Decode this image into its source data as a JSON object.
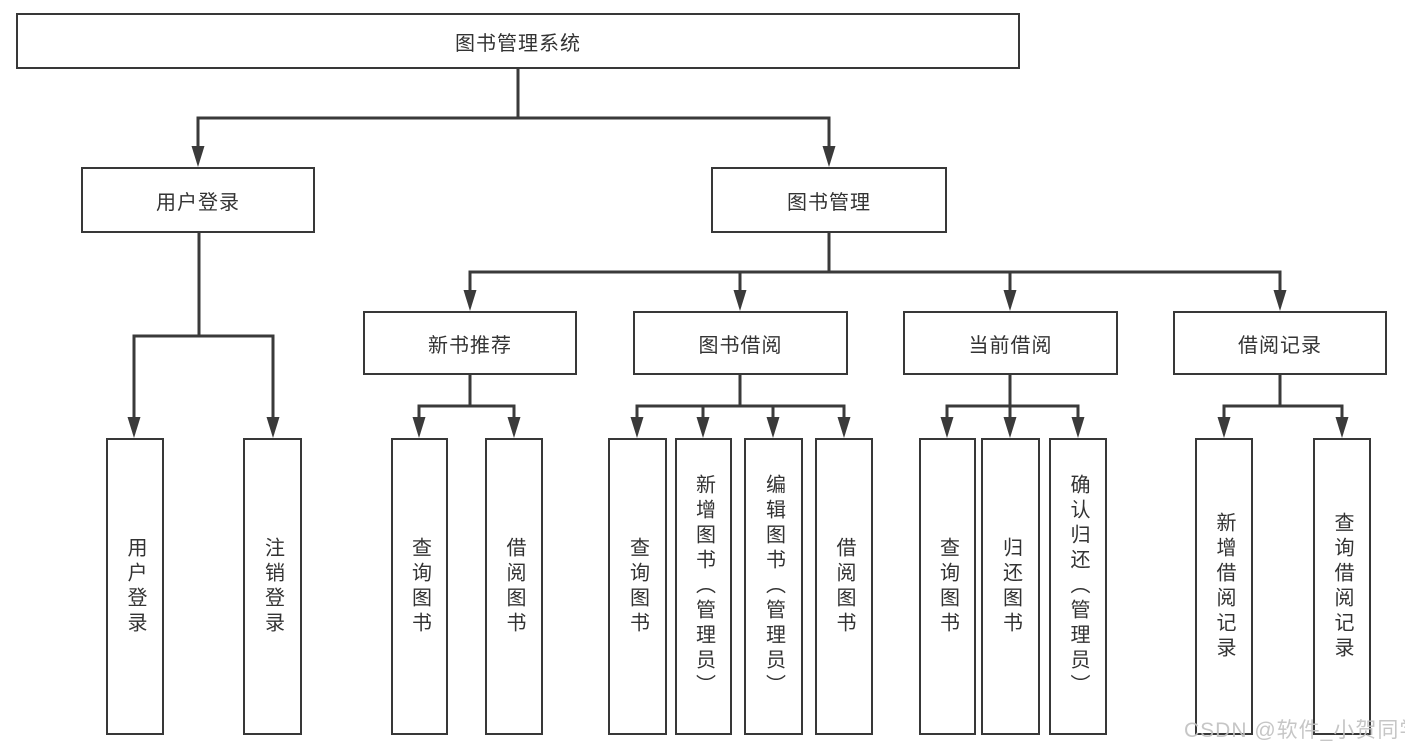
{
  "tree": {
    "label": "图书管理系统",
    "children": [
      {
        "label": "用户登录",
        "children": [
          {
            "label": "用户登录"
          },
          {
            "label": "注销登录"
          }
        ]
      },
      {
        "label": "图书管理",
        "children": [
          {
            "label": "新书推荐",
            "children": [
              {
                "label": "查询图书"
              },
              {
                "label": "借阅图书"
              }
            ]
          },
          {
            "label": "图书借阅",
            "children": [
              {
                "label": "查询图书"
              },
              {
                "label": "新增图书（管理员）"
              },
              {
                "label": "编辑图书（管理员）"
              },
              {
                "label": "借阅图书"
              }
            ]
          },
          {
            "label": "当前借阅",
            "children": [
              {
                "label": "查询图书"
              },
              {
                "label": "归还图书"
              },
              {
                "label": "确认归还（管理员）"
              }
            ]
          },
          {
            "label": "借阅记录",
            "children": [
              {
                "label": "新增借阅记录"
              },
              {
                "label": "查询借阅记录"
              }
            ]
          }
        ]
      }
    ]
  },
  "watermark": "CSDN @软件_小贺同学",
  "colors": {
    "line": "#3a3a3a",
    "box-border": "#383838",
    "text": "#333333",
    "background": "#ffffff",
    "watermark": "#c2c2c2"
  }
}
